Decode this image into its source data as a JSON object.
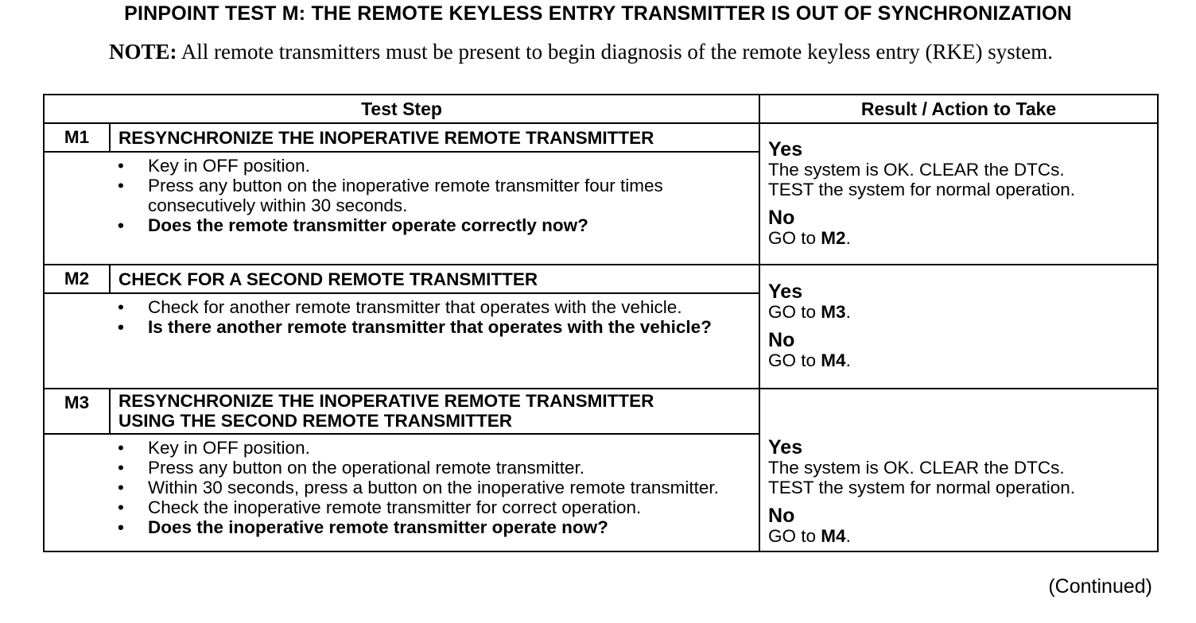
{
  "title": "PINPOINT TEST  M: THE REMOTE KEYLESS ENTRY TRANSMITTER IS OUT OF SYNCHRONIZATION",
  "note": {
    "label": "NOTE:",
    "text": " All remote transmitters must be present to begin diagnosis of the remote keyless entry (RKE) system."
  },
  "table": {
    "headers": {
      "step": "Test Step",
      "result": "Result / Action to Take"
    },
    "rows": [
      {
        "id": "M1",
        "heading": "RESYNCHRONIZE THE INOPERATIVE REMOTE TRANSMITTER",
        "steps": [
          "Key in OFF position.",
          "Press any button on the inoperative remote transmitter four times consecutively within 30 seconds."
        ],
        "question": "Does the remote transmitter operate correctly now?",
        "yes_label": "Yes",
        "yes_lines": [
          "The system is OK. CLEAR the DTCs.",
          "TEST the system for normal operation."
        ],
        "no_label": "No",
        "no_prefix": "GO to ",
        "no_target": "M2",
        "no_suffix": "."
      },
      {
        "id": "M2",
        "heading": "CHECK FOR A SECOND REMOTE TRANSMITTER",
        "steps": [
          "Check for another remote transmitter that operates with the vehicle."
        ],
        "question": "Is there another remote transmitter that operates with the vehicle?",
        "yes_label": "Yes",
        "yes_prefix": "GO to ",
        "yes_target": "M3",
        "yes_suffix": ".",
        "no_label": "No",
        "no_prefix": "GO to ",
        "no_target": "M4",
        "no_suffix": "."
      },
      {
        "id": "M3",
        "heading_line1": "RESYNCHRONIZE THE INOPERATIVE REMOTE TRANSMITTER",
        "heading_line2": "USING THE SECOND REMOTE TRANSMITTER",
        "steps": [
          "Key in OFF position.",
          "Press any button on the operational remote transmitter.",
          "Within 30 seconds, press a button on the inoperative remote transmitter.",
          "Check the inoperative remote transmitter for correct operation."
        ],
        "question": "Does the inoperative remote transmitter operate now?",
        "yes_label": "Yes",
        "yes_lines": [
          "The system is OK. CLEAR the DTCs.",
          "TEST the system for normal operation."
        ],
        "no_label": "No",
        "no_prefix": "GO to ",
        "no_target": "M4",
        "no_suffix": "."
      }
    ]
  },
  "continued": "(Continued)"
}
